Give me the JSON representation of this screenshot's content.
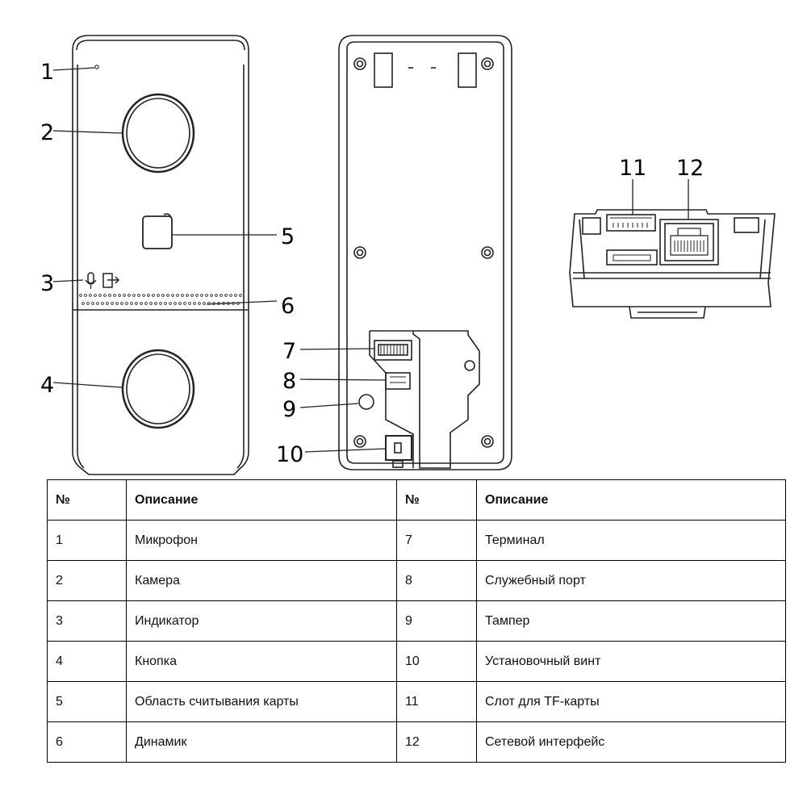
{
  "callouts": [
    "1",
    "2",
    "3",
    "4",
    "5",
    "6",
    "7",
    "8",
    "9",
    "10",
    "11",
    "12"
  ],
  "table": {
    "headers": [
      "№",
      "Описание",
      "№",
      "Описание"
    ],
    "rows": [
      [
        "1",
        "Микрофон",
        "7",
        "Терминал"
      ],
      [
        "2",
        "Камера",
        "8",
        "Служебный порт"
      ],
      [
        "3",
        "Индикатор",
        "9",
        "Тампер"
      ],
      [
        "4",
        "Кнопка",
        "10",
        "Установочный винт"
      ],
      [
        "5",
        "Область считывания карты",
        "11",
        "Слот для TF-карты"
      ],
      [
        "6",
        "Динамик",
        "12",
        "Сетевой интерфейс"
      ]
    ]
  }
}
